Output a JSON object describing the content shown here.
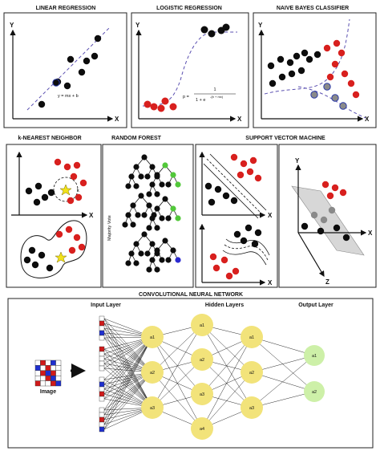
{
  "colors": {
    "point_black": "#0d0d0d",
    "point_red": "#d8201e",
    "point_blue_outline": "#2a3aa8",
    "point_grey": "#8a8a8a",
    "trend_line": "#5a4fb0",
    "knn_star": "#f2e21a",
    "tree_green": "#52c83a",
    "tree_blue": "#2b2ad0",
    "svm_plane": "#c9c9c9",
    "hidden_node": "#f2e37a",
    "output_node": "#cdf0a8",
    "grid_red": "#d01a1a",
    "grid_blue": "#1f2fcf"
  },
  "panels": {
    "linear_regression": {
      "title": "LINEAR REGRESSION",
      "y_axis": "Y",
      "x_axis": "X",
      "equation": "y = mx + b"
    },
    "logistic_regression": {
      "title": "LOGISTIC REGRESSION",
      "y_axis": "Y",
      "x_axis": "X",
      "equation_left": "p =",
      "equation_numerator": "1",
      "equation_denominator": "1 + e",
      "equation_exponent": "-(b + mx)"
    },
    "naive_bayes": {
      "title": "NAIVE BAYES CLASSIFIER",
      "y_axis": "Y",
      "x_axis": "X"
    },
    "knn": {
      "title": "k-NEAREST NEIGHBOR",
      "x_axis": "X",
      "k_label": "k"
    },
    "random_forest": {
      "title": "RANDOM FOREST",
      "side_label": "Majority Vote"
    },
    "svm": {
      "title": "SUPPORT VECTOR MACHINE",
      "x_axis_1": "X",
      "x_axis_2": "X",
      "y_axis": "Y",
      "x_axis_3d": "X",
      "z_axis": "Z"
    },
    "cnn": {
      "title": "CONVOLUTIONAL NEURAL NETWORK",
      "input_layer": "Input Layer",
      "hidden_layers": "Hidden Layers",
      "output_layer": "Output Layer",
      "image_label": "Image",
      "hidden1_nodes": [
        "a1",
        "a2",
        "a3"
      ],
      "hidden2_nodes": [
        "a1",
        "a2",
        "a3",
        "a4"
      ],
      "hidden3_nodes": [
        "a1",
        "a2",
        "a3"
      ],
      "output_nodes": [
        "a1",
        "a2"
      ]
    }
  }
}
